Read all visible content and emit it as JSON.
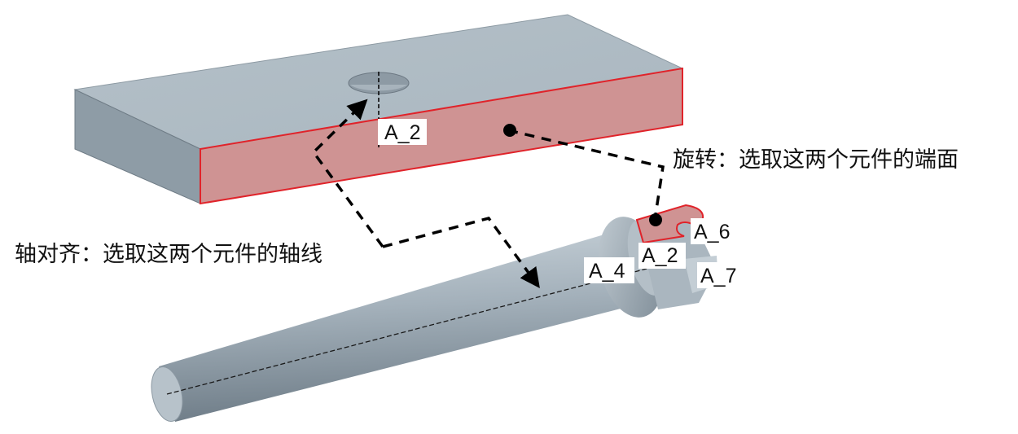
{
  "annotations": {
    "rotate": "旋转：选取这两个元件的端面",
    "axis_align": "轴对齐：选取这两个元件的轴线"
  },
  "axis_tags": {
    "plate_hole": "A_2",
    "shaft_main": "A_4",
    "shaft_lug": "A_2",
    "lug_a6": "A_6",
    "lug_a7": "A_7"
  },
  "colors": {
    "part_gray": "#a9b6bf",
    "part_top": "#b9c4cc",
    "part_dark": "#7f8d97",
    "selected_face": "#cf9393",
    "selected_edge": "#e0232a",
    "leader": "#000000"
  }
}
